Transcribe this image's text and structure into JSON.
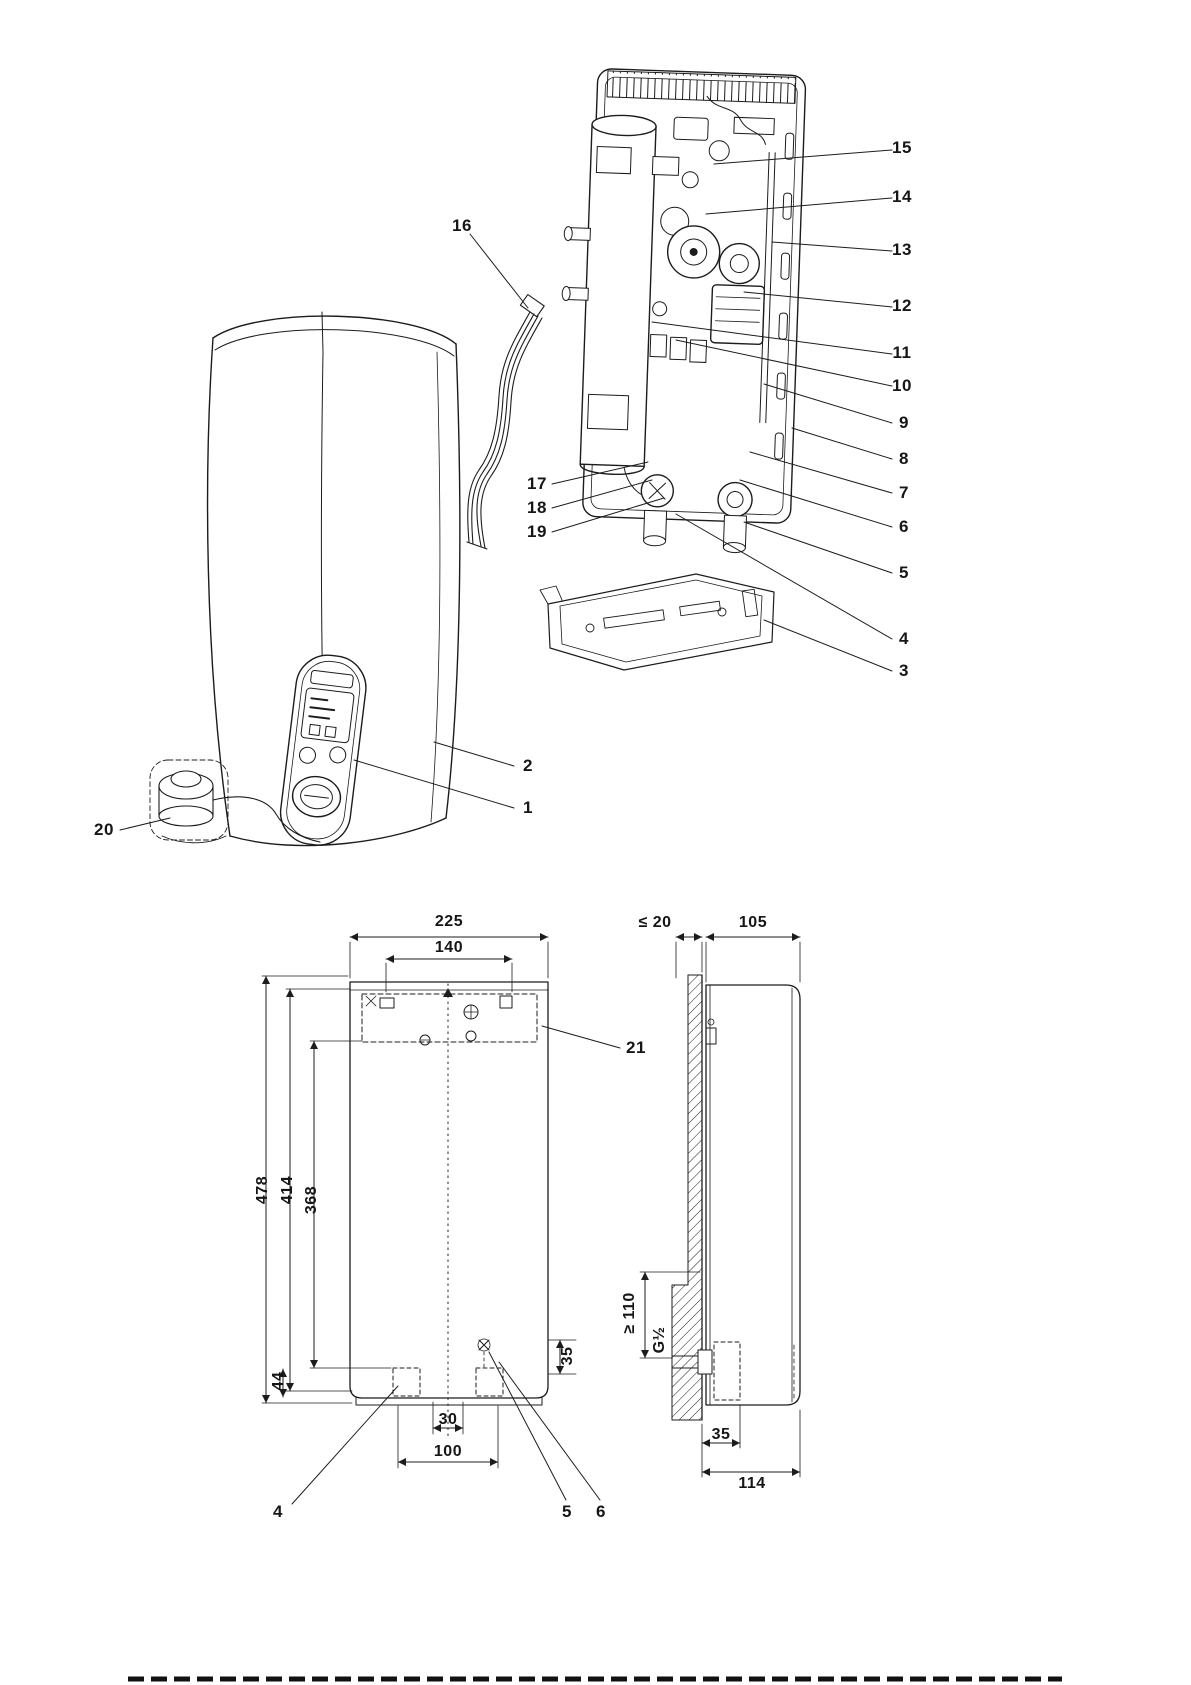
{
  "page": {
    "background": "#ffffff",
    "ink": "#1c1c1c"
  },
  "callouts": {
    "c1": "1",
    "c2": "2",
    "c3": "3",
    "c4": "4",
    "c5": "5",
    "c6": "6",
    "c7": "7",
    "c8": "8",
    "c9": "9",
    "c10": "10",
    "c11": "11",
    "c12": "12",
    "c13": "13",
    "c14": "14",
    "c15": "15",
    "c16": "16",
    "c17": "17",
    "c18": "18",
    "c19": "19",
    "c20": "20",
    "c21": "21"
  },
  "dimensions": {
    "front": {
      "overall_width": "225",
      "bracket_width": "140",
      "overall_height": "478",
      "height_414": "414",
      "height_368": "368",
      "bottom_offset": "44",
      "side_offset": "35",
      "pipe_spacing": "30",
      "pipe_span": "100"
    },
    "side": {
      "wall_thickness_max": "≤ 20",
      "depth": "105",
      "clearance_below_min": "≥ 110",
      "water_connection": "G½",
      "pipe_offset": "35",
      "total_depth": "114"
    }
  }
}
